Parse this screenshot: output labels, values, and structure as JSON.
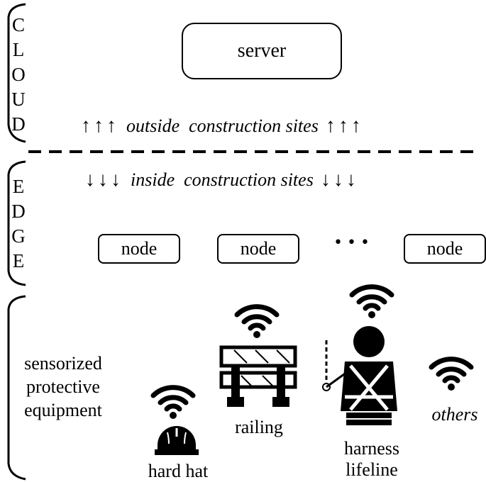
{
  "tiers": {
    "cloud": {
      "letters": [
        "C",
        "L",
        "O",
        "U",
        "D"
      ]
    },
    "edge": {
      "letters": [
        "E",
        "D",
        "G",
        "E"
      ]
    },
    "equipment": {
      "label_lines": [
        "sensorized",
        "protective",
        "equipment"
      ]
    }
  },
  "server": {
    "label": "server"
  },
  "cloud_flow": {
    "arrows_left": "↑↑↑",
    "text": "outside  construction sites",
    "arrows_right": "↑↑↑"
  },
  "edge_flow": {
    "arrows_left": "↓↓↓",
    "text": "inside  construction sites",
    "arrows_right": "↓↓↓"
  },
  "nodes": {
    "labels": [
      "node",
      "node",
      "node"
    ],
    "ellipsis": "•••"
  },
  "equipment_items": {
    "hard_hat": "hard hat",
    "railing": "railing",
    "harness_lines": [
      "harness",
      "lifeline"
    ],
    "others": "others"
  },
  "icons": {
    "wifi": "wifi-icon",
    "hard_hat": "hard-hat-icon",
    "railing": "railing-icon",
    "harness": "harness-worker-icon"
  }
}
